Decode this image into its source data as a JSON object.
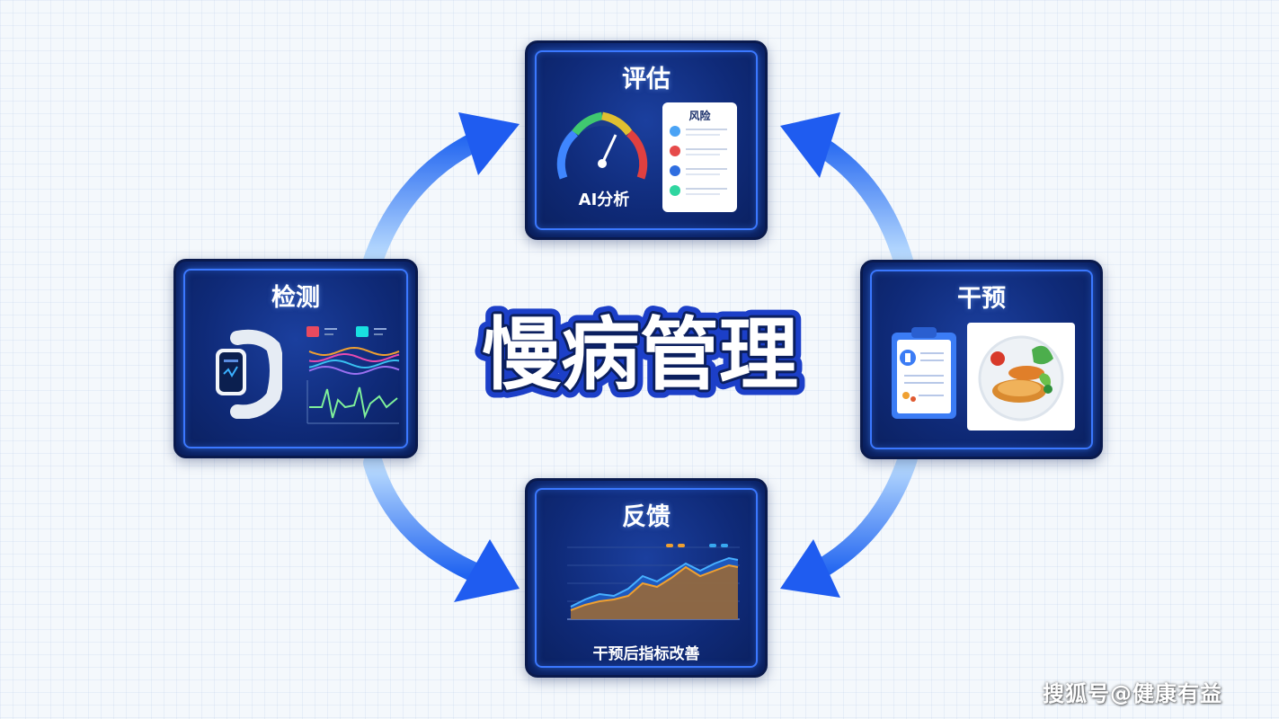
{
  "center_title": "慢病管理",
  "nodes": {
    "assess": {
      "title": "评估",
      "gauge_label": "AI分析",
      "panel_title": "风险",
      "risk_colors": [
        "#4aa3f5",
        "#e64a4a",
        "#2f6ee0",
        "#2fd6a0"
      ]
    },
    "monitor": {
      "title": "检测",
      "legend_colors": [
        "#e84a5f",
        "#19e0e0"
      ]
    },
    "intervene": {
      "title": "干预"
    },
    "feedback": {
      "title": "反馈",
      "caption": "干预后指标改善",
      "legend_colors": [
        "#f0a030",
        "#38a8f0"
      ]
    }
  },
  "watermark": "搜狐号@健康有益"
}
